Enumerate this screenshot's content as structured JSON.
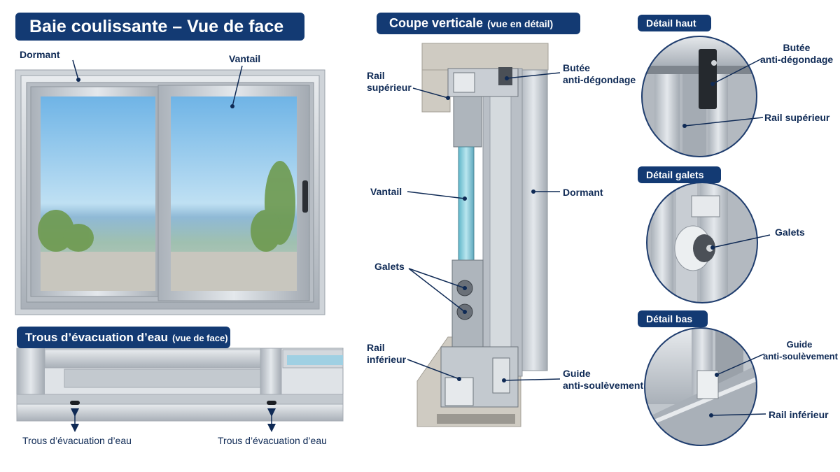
{
  "front_view": {
    "title": "Baie coulissante – Vue de face",
    "label_frame": "Dormant",
    "label_sash": "Vantail"
  },
  "drainage": {
    "title": "Trous d’évacuation d’eau",
    "title_suffix": "(vue de face)",
    "label_left": "Trous d’évacuation d’eau",
    "label_right": "Trous d’évacuation d’eau"
  },
  "section": {
    "title": "Coupe verticale",
    "title_suffix": "(vue en détail)",
    "label_top_rail_1": "Rail",
    "label_top_rail_2": "supérieur",
    "label_stop_1": "Butée",
    "label_stop_2": "anti-dégondage",
    "label_sash": "Vantail",
    "label_frame": "Dormant",
    "label_rollers": "Galets",
    "label_bottom_rail_1": "Rail",
    "label_bottom_rail_2": "inférieur",
    "label_guide_1": "Guide",
    "label_guide_2": "anti-soulèvement"
  },
  "detail_top": {
    "title": "Détail haut",
    "label_stop_1": "Butée",
    "label_stop_2": "anti-dégondage",
    "label_rail": "Rail supérieur"
  },
  "detail_rollers": {
    "title": "Détail galets",
    "label_rollers": "Galets"
  },
  "detail_bottom": {
    "title": "Détail bas",
    "label_guide_1": "Guide",
    "label_guide_2": "anti-soulèvement",
    "label_rail": "Rail inférieur"
  },
  "colors": {
    "title_bg": "#133a73",
    "label_text": "#0f2a55",
    "aluminium": "#c9ced4",
    "glass_sky": "#9fd0ef",
    "concrete": "#cfcbc2"
  }
}
